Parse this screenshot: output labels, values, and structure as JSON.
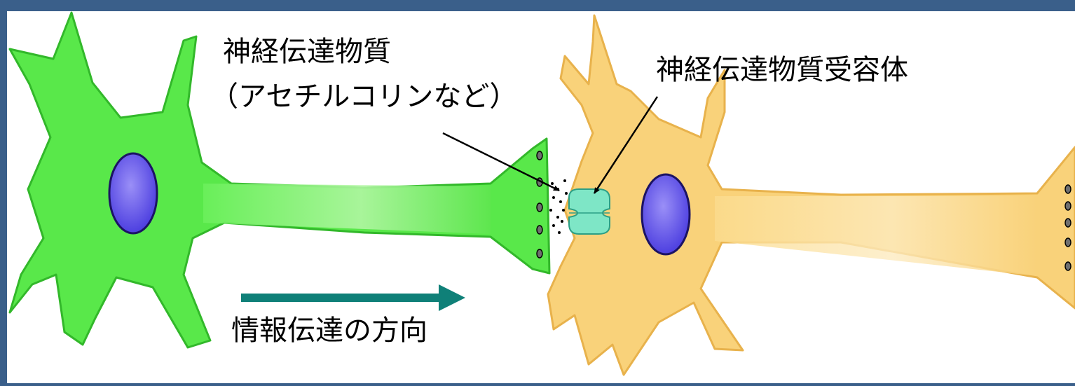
{
  "labels": {
    "neurotransmitter": "神経伝達物質",
    "neurotransmitter_examples": "（アセチルコリンなど）",
    "receptor": "神経伝達物質受容体",
    "direction": "情報伝達の方向"
  },
  "colors": {
    "frame": "#3a5f8a",
    "background": "#ffffff",
    "presynaptic_neuron": "#59e84a",
    "presynaptic_neuron_outline": "#32b82a",
    "postsynaptic_neuron": "#f9d27a",
    "postsynaptic_neuron_outline": "#e8b24c",
    "nucleus": "#6b5cf0",
    "receptor": "#7ee6c6",
    "direction_arrow": "#0f8078",
    "annotation_line": "#000000"
  }
}
